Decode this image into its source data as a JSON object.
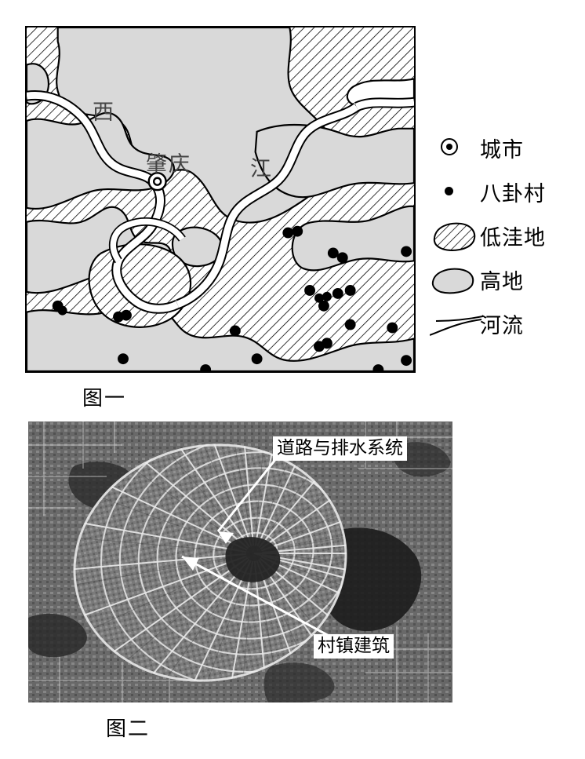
{
  "figure1": {
    "caption": "图一",
    "map_labels": [
      {
        "id": "xi",
        "text": "西"
      },
      {
        "id": "zhaoqing",
        "text": "肇庆"
      },
      {
        "id": "jiang",
        "text": "江"
      }
    ],
    "legend": [
      {
        "symbol": "city-circle-icon",
        "label": "城市"
      },
      {
        "symbol": "village-dot-icon",
        "label": "八卦村"
      },
      {
        "symbol": "lowland-hatch-icon",
        "label": "低洼地"
      },
      {
        "symbol": "highland-fill-icon",
        "label": "高地"
      },
      {
        "symbol": "river-lines-icon",
        "label": "河流"
      }
    ],
    "colors": {
      "highland_fill": "#d9d9d9",
      "lowland_hatch": "#000000",
      "river_fill": "#ffffff",
      "outline": "#000000",
      "village_dot": "#000000"
    }
  },
  "figure2": {
    "caption": "图二",
    "annotations": [
      {
        "id": "roads",
        "text": "道路与排水系统"
      },
      {
        "id": "buildings",
        "text": "村镇建筑"
      }
    ]
  }
}
